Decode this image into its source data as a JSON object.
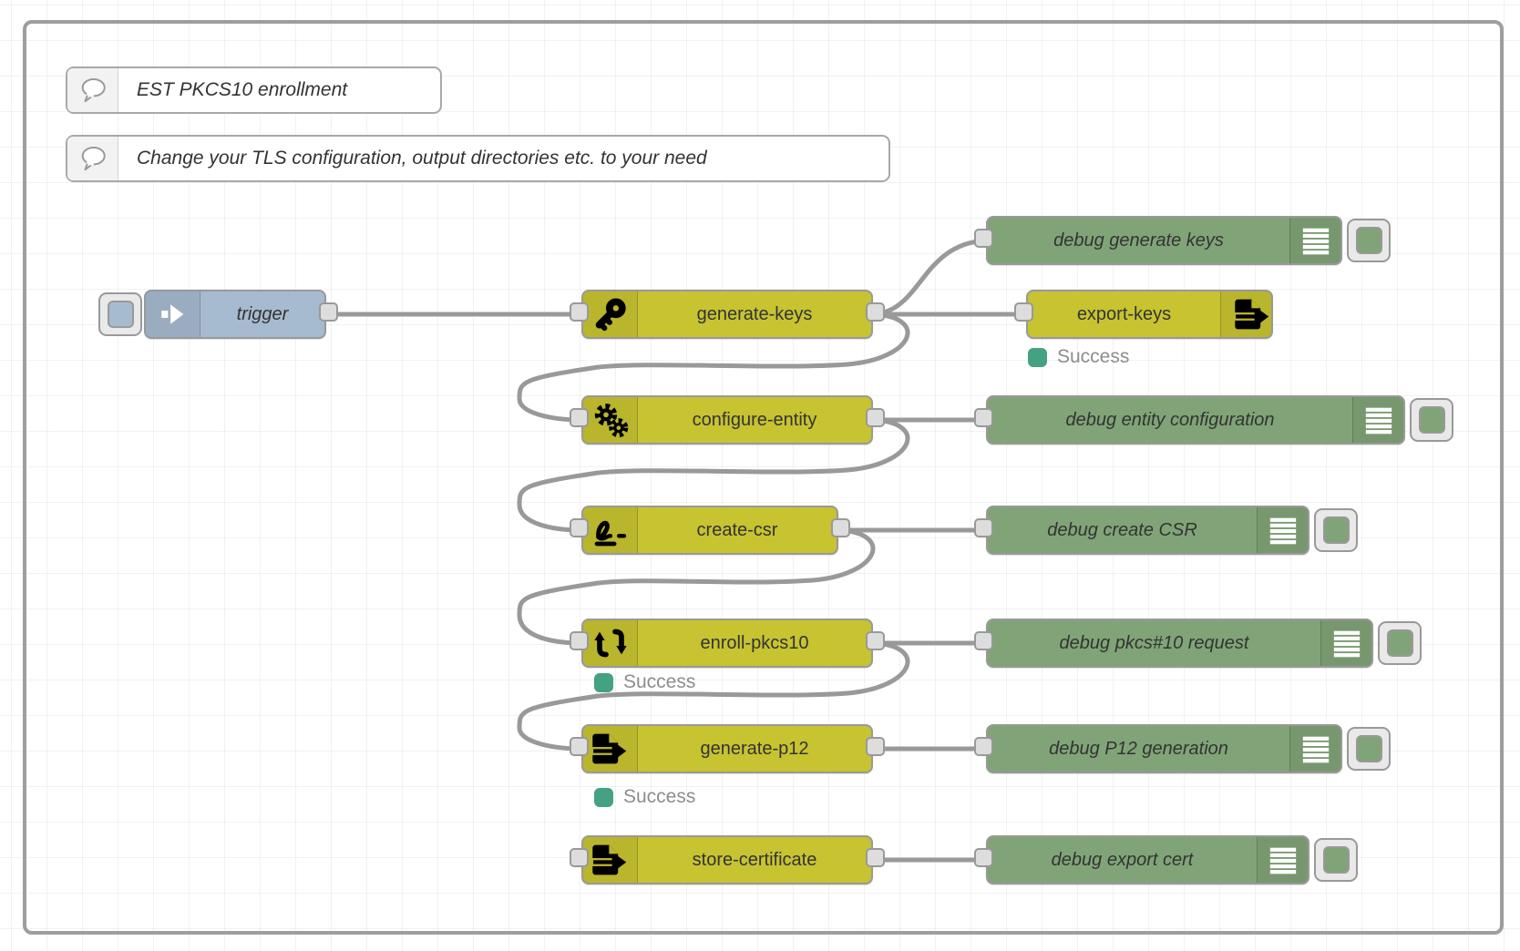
{
  "flow": {
    "comments": [
      {
        "label": "EST PKCS10 enrollment"
      },
      {
        "label": "Change your TLS configuration, output directories etc. to your need"
      }
    ],
    "nodes": [
      {
        "id": "trigger",
        "type": "inject",
        "label": "trigger"
      },
      {
        "id": "generate-keys",
        "type": "function",
        "label": "generate-keys",
        "icon": "key-icon"
      },
      {
        "id": "debug-generate-keys",
        "type": "debug",
        "label": "debug generate keys",
        "icon": "debug-lines-icon"
      },
      {
        "id": "export-keys",
        "type": "function",
        "label": "export-keys",
        "icon": "file-export-icon",
        "status": "Success"
      },
      {
        "id": "configure-entity",
        "type": "function",
        "label": "configure-entity",
        "icon": "cogs-icon"
      },
      {
        "id": "debug-entity-configuration",
        "type": "debug",
        "label": "debug entity configuration",
        "icon": "debug-lines-icon"
      },
      {
        "id": "create-csr",
        "type": "function",
        "label": "create-csr",
        "icon": "signature-icon"
      },
      {
        "id": "debug-create-csr",
        "type": "debug",
        "label": "debug create CSR",
        "icon": "debug-lines-icon"
      },
      {
        "id": "enroll-pkcs10",
        "type": "function",
        "label": "enroll-pkcs10",
        "icon": "repeat-icon",
        "status": "Success"
      },
      {
        "id": "debug-pkcs10-request",
        "type": "debug",
        "label": "debug pkcs#10 request",
        "icon": "debug-lines-icon"
      },
      {
        "id": "generate-p12",
        "type": "function",
        "label": "generate-p12",
        "icon": "file-export-icon",
        "status": "Success"
      },
      {
        "id": "debug-p12-generation",
        "type": "debug",
        "label": "debug P12 generation",
        "icon": "debug-lines-icon"
      },
      {
        "id": "store-certificate",
        "type": "function",
        "label": "store-certificate",
        "icon": "file-export-icon"
      },
      {
        "id": "debug-export-cert",
        "type": "debug",
        "label": "debug export cert",
        "icon": "debug-lines-icon"
      }
    ],
    "colors": {
      "function_node": "#c7c331",
      "inject_node": "#a6bbcf",
      "debug_node": "#80a477",
      "status_dot": "#44a182",
      "wire": "#999999",
      "node_border": "#999999"
    }
  }
}
